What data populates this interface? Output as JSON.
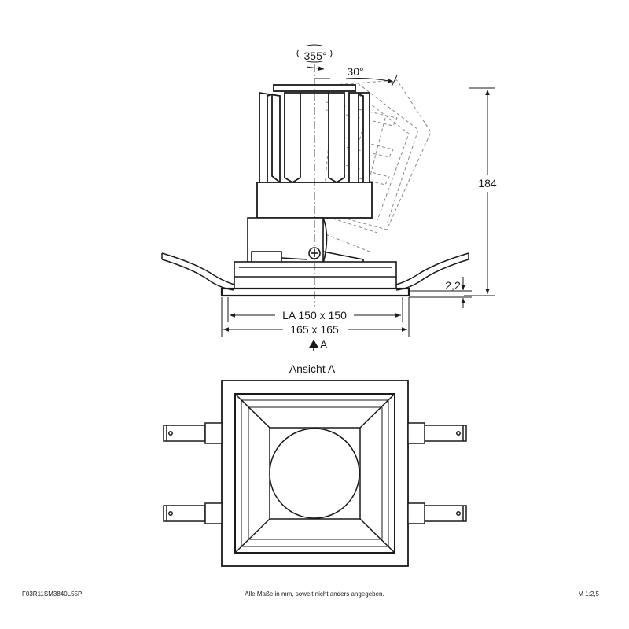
{
  "labels": {
    "rotation": "355°",
    "tilt": "30°",
    "height": "184",
    "flange": "2,2",
    "cutout": "LA 150 x 150",
    "outer": "165 x 165",
    "view_marker": "A",
    "view_title": "Ansicht A"
  },
  "footer": {
    "article": "F03R11SM3840L55P",
    "note": "Alle Maße in mm, soweit nicht anders angegeben.",
    "scale": "M 1:2,5"
  },
  "colors": {
    "line": "#1a1a1a",
    "hidden_line": "#888888"
  }
}
